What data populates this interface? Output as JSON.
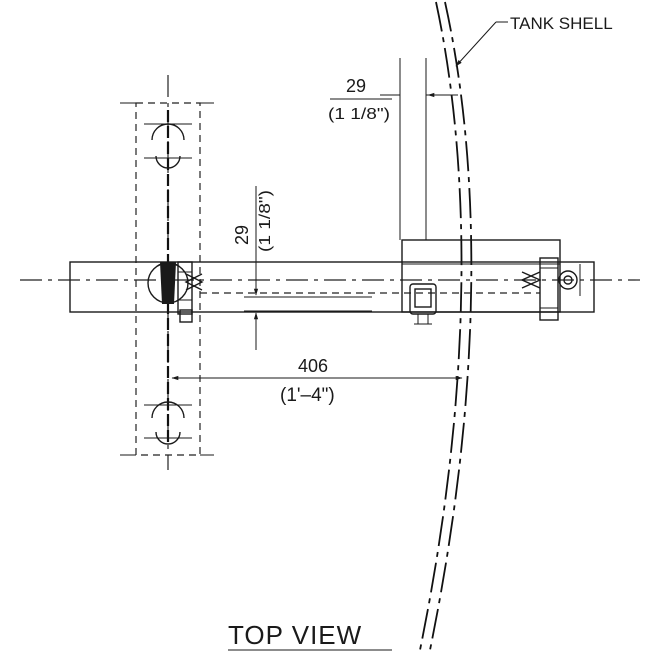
{
  "labels": {
    "tank_shell": "TANK SHELL",
    "dim_top_mm": "29",
    "dim_top_in": "(1 1/8\")",
    "dim_vert_mm": "29",
    "dim_vert_in": "(1 1/8\")",
    "dim_horiz_mm": "406",
    "dim_horiz_in": "(1'–4\")",
    "view_title": "TOP VIEW"
  },
  "colors": {
    "line": "#1a1a1a",
    "background": "#ffffff"
  }
}
